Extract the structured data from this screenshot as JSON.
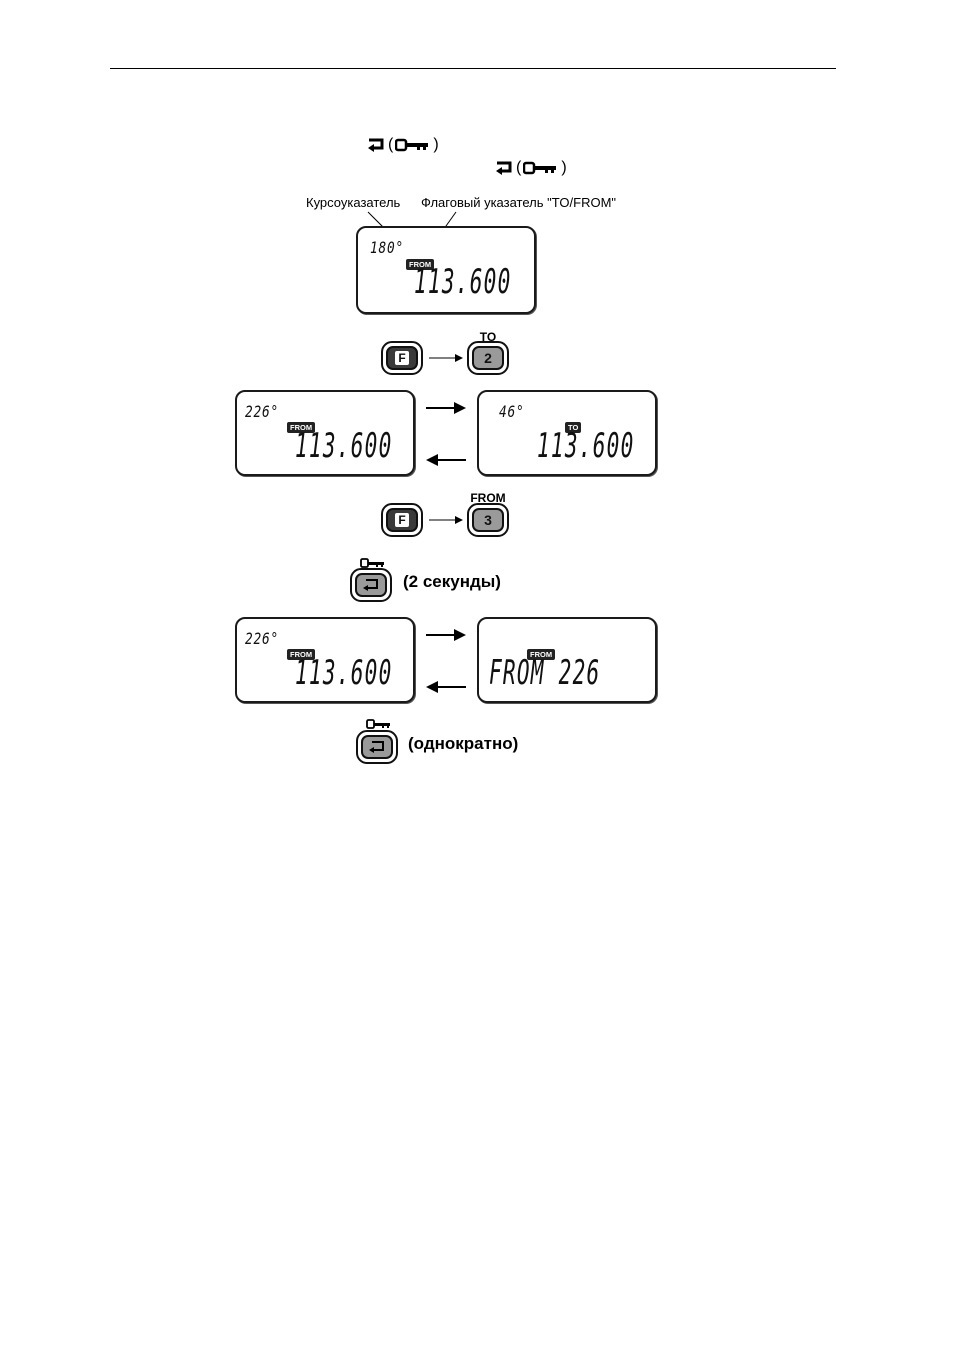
{
  "header": {
    "rule": true
  },
  "intro": {
    "line1_icons": [
      "return-arrow-icon",
      "key-icon"
    ],
    "line2_icons": [
      "return-arrow-icon",
      "key-icon"
    ]
  },
  "figure1": {
    "label_course": "Курсоуказатель",
    "label_flag": "Флаговый указатель \"TO/FROM\"",
    "display": {
      "bearing": "180°",
      "flag": "FROM",
      "frequency": "113.600"
    }
  },
  "step1": {
    "key_f": "F",
    "key_2": "2",
    "key_2_caption": "TO",
    "left_display": {
      "bearing": "226°",
      "flag": "FROM",
      "frequency": "113.600"
    },
    "right_display": {
      "bearing": "46°",
      "flag": "TO",
      "frequency": "113.600"
    }
  },
  "step2": {
    "key_f": "F",
    "key_3": "3",
    "key_3_caption": "FROM"
  },
  "step3": {
    "instruction": "(2 секунды)",
    "left_display": {
      "bearing": "226°",
      "flag": "FROM",
      "frequency": "113.600"
    },
    "right_display": {
      "flag": "FROM",
      "text": "FROM 226"
    }
  },
  "step4": {
    "instruction": "(однократно)"
  }
}
